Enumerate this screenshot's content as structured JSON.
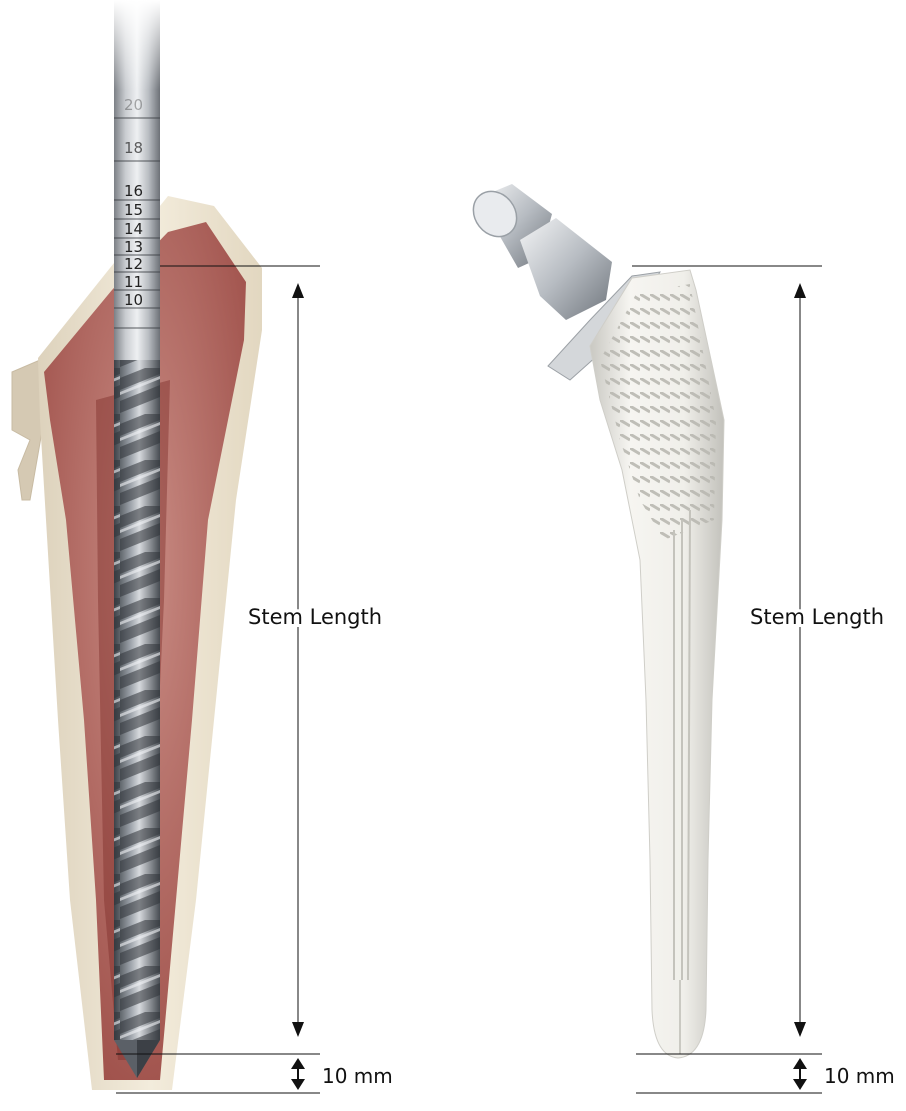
{
  "reamer": {
    "scale_marks": [
      "20",
      "18",
      "16",
      "15",
      "14",
      "13",
      "12",
      "11",
      "10"
    ]
  },
  "left_dimension": {
    "stem_label": "Stem Length",
    "offset_label": "10 mm"
  },
  "right_dimension": {
    "stem_label": "Stem Length",
    "offset_label": "10 mm"
  }
}
